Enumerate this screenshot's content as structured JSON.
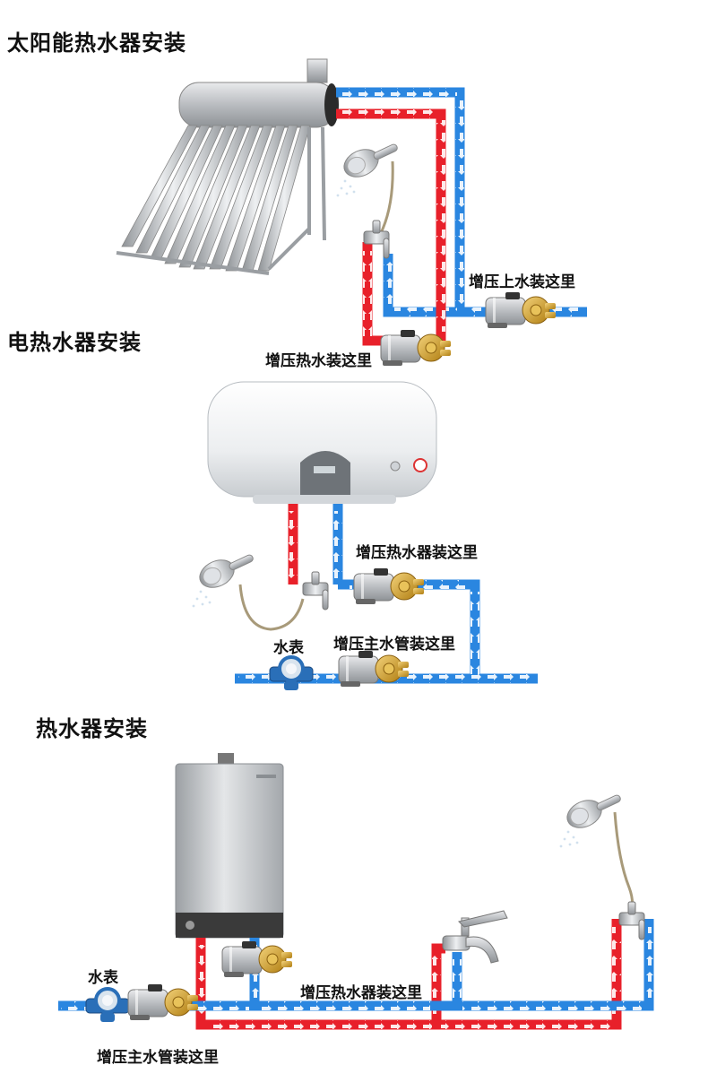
{
  "sections": {
    "solar": {
      "title": "太阳能热水器安装",
      "label_cold": "增压上水装这里",
      "label_hot": "增压热水装这里"
    },
    "electric": {
      "title": "电热水器安装",
      "label_heater": "增压热水器装这里",
      "label_meter": "水表",
      "label_main": "增压主水管装这里"
    },
    "gas": {
      "title": "热水器安装",
      "label_meter": "水表",
      "label_heater": "增压热水器装这里",
      "label_main": "增压主水管装这里"
    }
  },
  "colors": {
    "hot_pipe": "#e8202a",
    "cold_pipe": "#2a86e0",
    "arrow": "#ffffff",
    "pump_body": "#c9cdd2",
    "pump_brass": "#d4a22a",
    "meter_blue": "#2a6fb8"
  },
  "icons": [
    "solar-water-heater",
    "electric-water-heater",
    "gas-water-heater",
    "booster-pump",
    "shower-head",
    "mixing-valve",
    "water-meter",
    "faucet"
  ]
}
